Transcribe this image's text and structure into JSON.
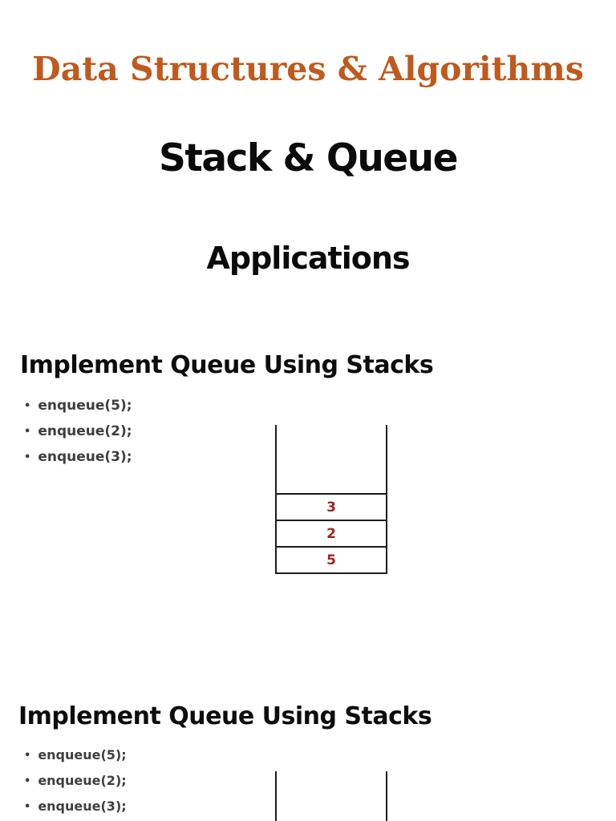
{
  "document": {
    "course_title": "Data Structures & Algorithms",
    "lecture_title": "Stack & Queue",
    "subtitle": "Applications"
  },
  "list": {
    "bullet_char": "•"
  },
  "colors": {
    "course_title_orange": "#bf5a1e",
    "heading_black": "#0d0d0d",
    "bullet_text_gray": "#3e3e3e",
    "stack_value_red": "#a32222",
    "stack_line_black": "#1c1c1c",
    "page_background": "#ffffff"
  },
  "sections": [
    {
      "heading": "Implement Queue Using Stacks",
      "bullets": [
        "enqueue(5);",
        "enqueue(2);",
        "enqueue(3);"
      ],
      "stack": {
        "values_top_to_bottom": [
          "3",
          "2",
          "5"
        ]
      }
    },
    {
      "heading": "Implement Queue Using Stacks",
      "bullets": [
        "enqueue(5);",
        "enqueue(2);",
        "enqueue(3);"
      ],
      "stack": {
        "values_top_to_bottom": []
      }
    }
  ]
}
